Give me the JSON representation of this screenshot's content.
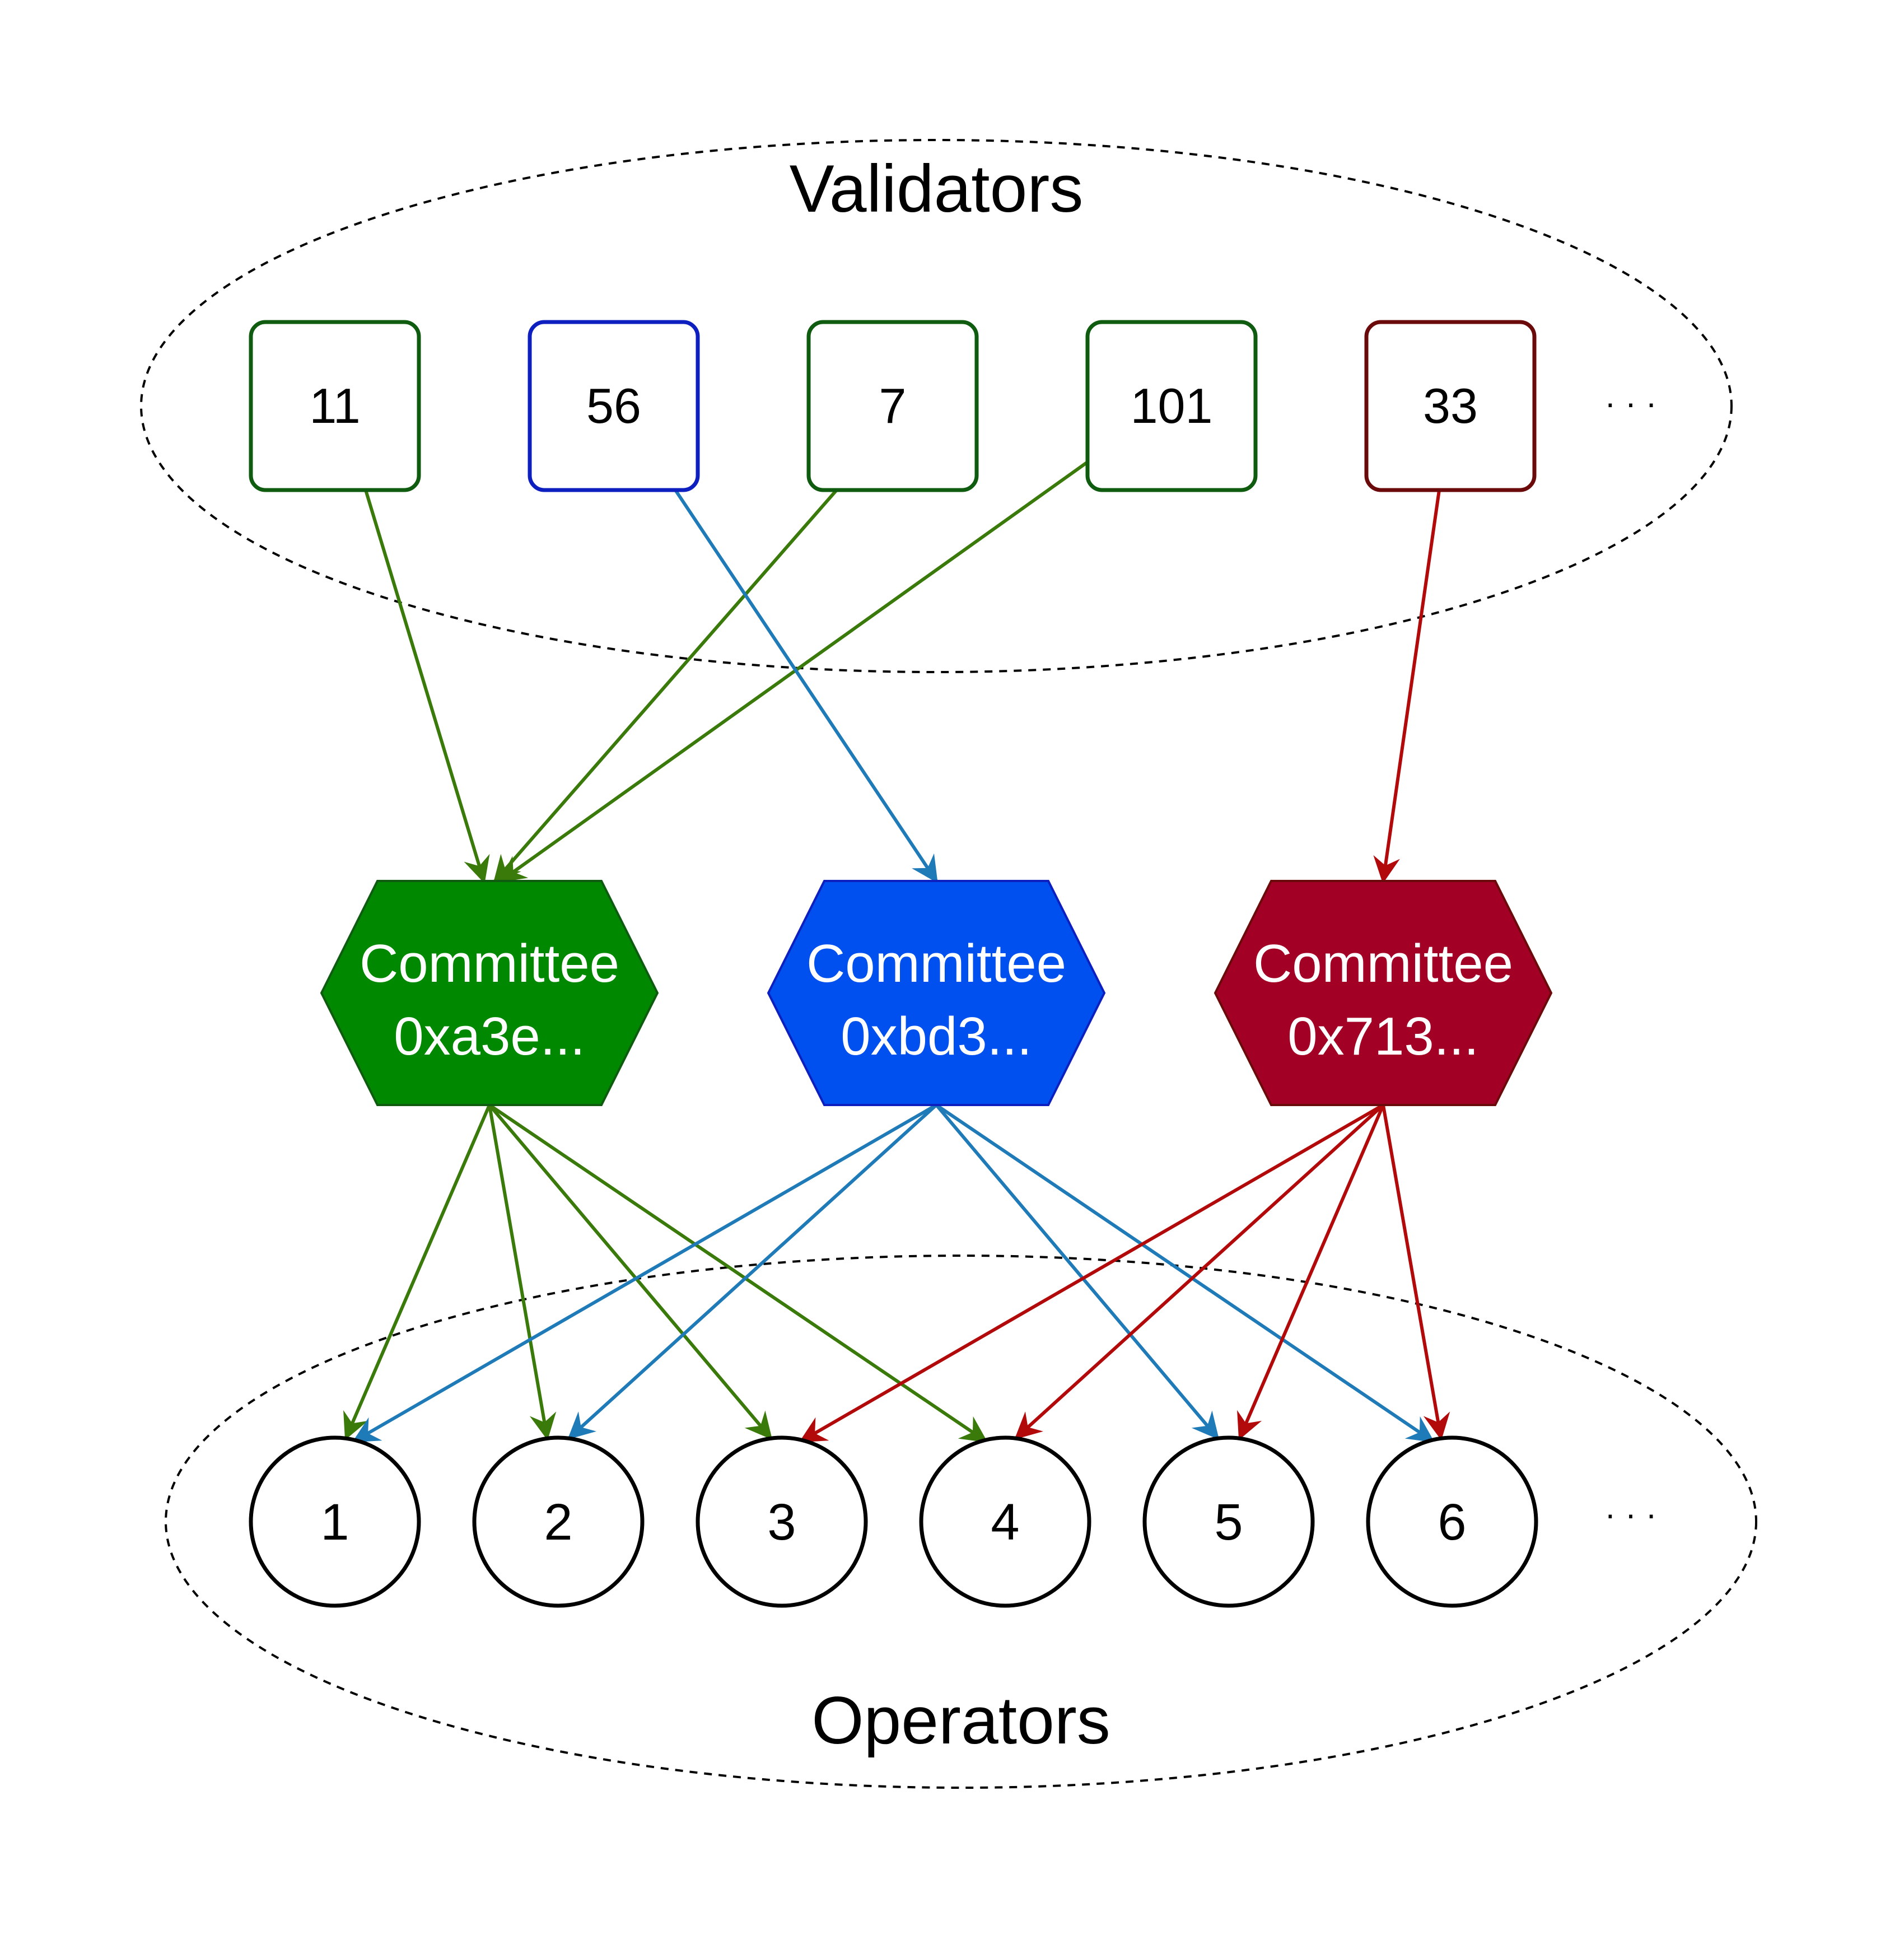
{
  "groups": {
    "validators_label": "Validators",
    "operators_label": "Operators",
    "ellipsis": "· · ·"
  },
  "colors": {
    "green_border": "#0f5b0f",
    "blue_border": "#0d1fbf",
    "red_border": "#6b0a0a",
    "green_fill": "#008800",
    "blue_fill": "#0050ef",
    "red_fill": "#a20025",
    "green_edge": "#3a7a0a",
    "blue_edge": "#1f7ab8",
    "red_edge": "#b20a0a"
  },
  "validators": [
    {
      "id": "v11",
      "label": "11",
      "color": "green"
    },
    {
      "id": "v56",
      "label": "56",
      "color": "blue"
    },
    {
      "id": "v7",
      "label": "7",
      "color": "green"
    },
    {
      "id": "v101",
      "label": "101",
      "color": "green"
    },
    {
      "id": "v33",
      "label": "33",
      "color": "red"
    }
  ],
  "committees": [
    {
      "id": "ca3e",
      "line1": "Committee",
      "line2": "0xa3e...",
      "color": "green"
    },
    {
      "id": "cbd3",
      "line1": "Committee",
      "line2": "0xbd3...",
      "color": "blue"
    },
    {
      "id": "c713",
      "line1": "Committee",
      "line2": "0x713...",
      "color": "red"
    }
  ],
  "operators": [
    {
      "id": "op1",
      "label": "1"
    },
    {
      "id": "op2",
      "label": "2"
    },
    {
      "id": "op3",
      "label": "3"
    },
    {
      "id": "op4",
      "label": "4"
    },
    {
      "id": "op5",
      "label": "5"
    },
    {
      "id": "op6",
      "label": "6"
    }
  ],
  "edges": [
    {
      "from": "v11",
      "to": "ca3e",
      "color": "green"
    },
    {
      "from": "v7",
      "to": "ca3e",
      "color": "green"
    },
    {
      "from": "v101",
      "to": "ca3e",
      "color": "green"
    },
    {
      "from": "v56",
      "to": "cbd3",
      "color": "blue"
    },
    {
      "from": "v33",
      "to": "c713",
      "color": "red"
    },
    {
      "from": "ca3e",
      "to": "op1",
      "color": "green"
    },
    {
      "from": "ca3e",
      "to": "op2",
      "color": "green"
    },
    {
      "from": "ca3e",
      "to": "op3",
      "color": "green"
    },
    {
      "from": "ca3e",
      "to": "op4",
      "color": "green"
    },
    {
      "from": "cbd3",
      "to": "op1",
      "color": "blue"
    },
    {
      "from": "cbd3",
      "to": "op2",
      "color": "blue"
    },
    {
      "from": "cbd3",
      "to": "op5",
      "color": "blue"
    },
    {
      "from": "cbd3",
      "to": "op6",
      "color": "blue"
    },
    {
      "from": "c713",
      "to": "op3",
      "color": "red"
    },
    {
      "from": "c713",
      "to": "op4",
      "color": "red"
    },
    {
      "from": "c713",
      "to": "op5",
      "color": "red"
    },
    {
      "from": "c713",
      "to": "op6",
      "color": "red"
    }
  ]
}
